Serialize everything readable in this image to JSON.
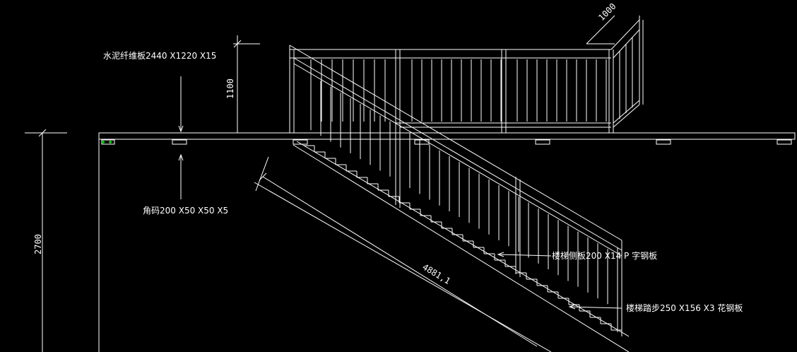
{
  "annotations": {
    "top_board": "水泥纤维板2440 X1220 X15",
    "bracket": "角码200 X50 X50 X5",
    "stringer": "楼梯侧板200 X14 P 字钢板",
    "tread": "楼梯踏步250 X156 X3 花钢板"
  },
  "dimensions": {
    "rail_height": "1100",
    "landing_width": "1000",
    "floor_height": "2700",
    "stair_length": "4881,1"
  },
  "colors": {
    "background": "#000000",
    "line": "#ffffff",
    "green": "#00c000"
  }
}
